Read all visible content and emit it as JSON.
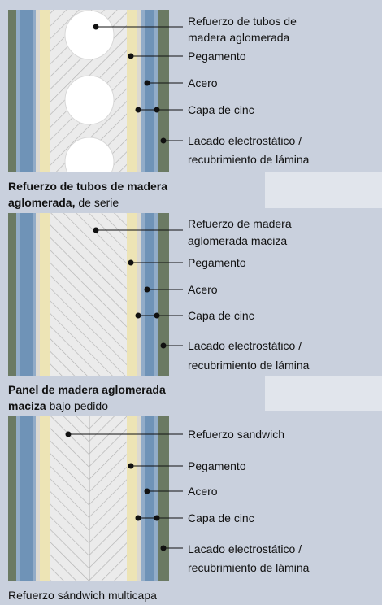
{
  "colors": {
    "background": "#c9d0dd",
    "lacquer_green": "#6b7a63",
    "steel_blue": "#6f93b7",
    "zinc_blue": "#92acc8",
    "glue_yellow": "#ede4b5",
    "board_light": "#ebebeb",
    "hatch": "#b3b3b3",
    "light_band": "#e1e5ec"
  },
  "panels": [
    {
      "name": "tube",
      "labels": [
        "Refuerzo de tubos de",
        "madera aglomerada",
        "Pegamento",
        "Acero",
        "Capa de cinc",
        "Lacado electrostático /",
        "recubrimiento de lámina"
      ],
      "caption_bold_1": "Refuerzo de tubos de madera",
      "caption_bold_2": "aglomerada,",
      "caption_normal_2": " de serie"
    },
    {
      "name": "solid",
      "labels": [
        "Refuerzo de madera",
        "aglomerada maciza",
        "Pegamento",
        "Acero",
        "Capa de cinc",
        "Lacado electrostático /",
        "recubrimiento de lámina"
      ],
      "caption_bold_1": "Panel de madera aglomerada",
      "caption_bold_2": "maciza",
      "caption_normal_2": " bajo pedido"
    },
    {
      "name": "sandwich",
      "labels": [
        "Refuerzo sandwich",
        "Pegamento",
        "Acero",
        "Capa de cinc",
        "Lacado electrostático /",
        "recubrimiento de lámina"
      ],
      "caption_normal_1": "Refuerzo sándwich multicapa"
    }
  ]
}
